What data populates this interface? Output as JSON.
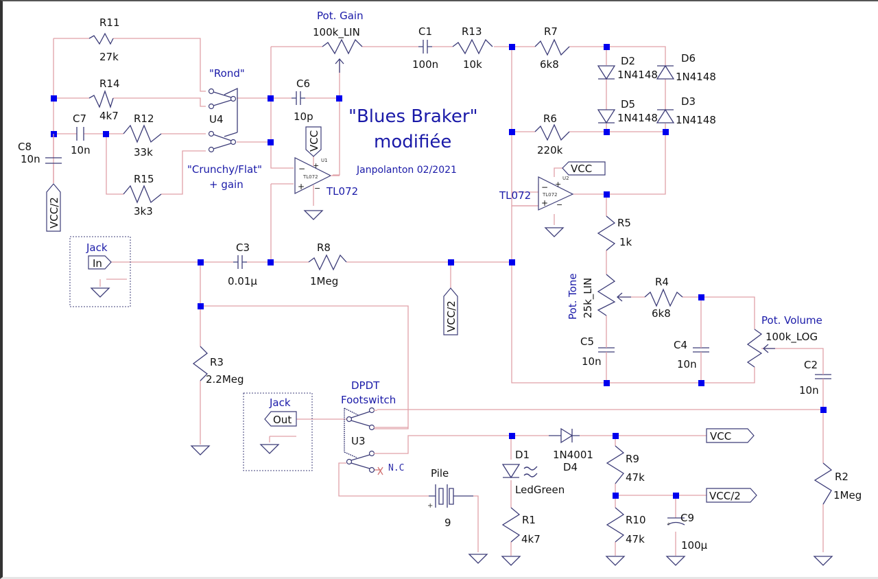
{
  "title": {
    "line1": "\"Blues Braker\"",
    "line2": "modifiée",
    "author": "Janpolanton 02/2021"
  },
  "components": {
    "R11": {
      "ref": "R11",
      "value": "27k"
    },
    "R14": {
      "ref": "R14",
      "value": "4k7"
    },
    "R12": {
      "ref": "R12",
      "value": "33k"
    },
    "R15": {
      "ref": "R15",
      "value": "3k3"
    },
    "C7": {
      "ref": "C7",
      "value": "10n"
    },
    "C8": {
      "ref": "C8",
      "value": "10n"
    },
    "C6": {
      "ref": "C6",
      "value": "10p"
    },
    "C1": {
      "ref": "C1",
      "value": "100n"
    },
    "R13": {
      "ref": "R13",
      "value": "10k"
    },
    "R7": {
      "ref": "R7",
      "value": "6k8"
    },
    "R6": {
      "ref": "R6",
      "value": "220k"
    },
    "D2": {
      "ref": "D2",
      "value": "1N4148"
    },
    "D5": {
      "ref": "D5",
      "value": "1N4148"
    },
    "D6": {
      "ref": "D6",
      "value": "1N4148"
    },
    "D3": {
      "ref": "D3",
      "value": "1N4148"
    },
    "U1": {
      "ref": "U1",
      "value": "TL072",
      "inner": "TL072"
    },
    "U2": {
      "ref": "U2",
      "value": "TL072",
      "inner": "TL072"
    },
    "U4": {
      "ref": "U4",
      "label_top": "\"Rond\"",
      "label_bottom1": "\"Crunchy/Flat\"",
      "label_bottom2": "+ gain"
    },
    "PotGain": {
      "name": "Pot. Gain",
      "value": "100k_LIN"
    },
    "PotTone": {
      "name": "Pot. Tone",
      "value": "25k_LIN"
    },
    "PotVolume": {
      "name": "Pot. Volume",
      "value": "100k_LOG"
    },
    "R5": {
      "ref": "R5",
      "value": "1k"
    },
    "R4": {
      "ref": "R4",
      "value": "6k8"
    },
    "C5": {
      "ref": "C5",
      "value": "10n"
    },
    "C4": {
      "ref": "C4",
      "value": "10n"
    },
    "C2": {
      "ref": "C2",
      "value": "10n"
    },
    "C3": {
      "ref": "C3",
      "value": "0.01µ"
    },
    "R8": {
      "ref": "R8",
      "value": "1Meg"
    },
    "R3": {
      "ref": "R3",
      "value": "2.2Meg"
    },
    "R2": {
      "ref": "R2",
      "value": "1Meg"
    },
    "U3": {
      "ref": "U3",
      "name1": "DPDT",
      "name2": "Footswitch",
      "nc": "N.C"
    },
    "JackIn": {
      "name": "Jack",
      "port": "In"
    },
    "JackOut": {
      "name": "Jack",
      "port": "Out"
    },
    "Pile": {
      "name": "Pile",
      "value": "9"
    },
    "D1": {
      "ref": "D1",
      "value": "LedGreen"
    },
    "R1": {
      "ref": "R1",
      "value": "4k7"
    },
    "D4": {
      "ref": "D4",
      "value": "1N4001"
    },
    "R9": {
      "ref": "R9",
      "value": "47k"
    },
    "R10": {
      "ref": "R10",
      "value": "47k"
    },
    "C9": {
      "ref": "C9",
      "value": "100µ"
    }
  },
  "net_labels": {
    "vcc": "VCC",
    "vcc2": "VCC/2"
  }
}
